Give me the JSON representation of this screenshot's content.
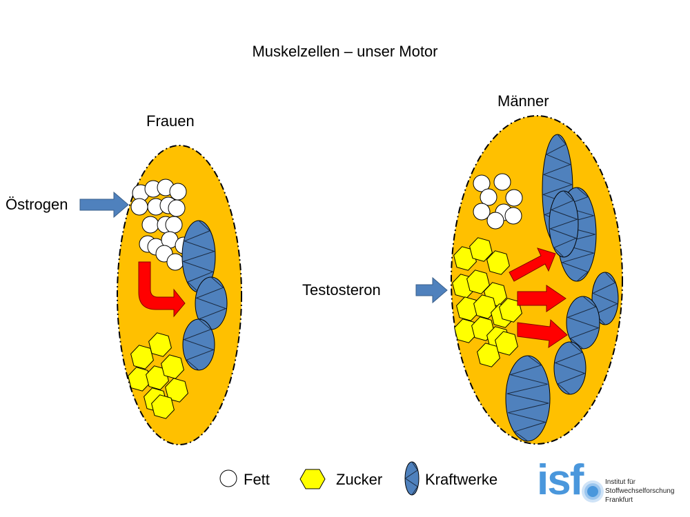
{
  "title": "Muskelzellen – unser Motor",
  "cells": {
    "women": {
      "label": "Frauen",
      "hormone": "Östrogen"
    },
    "men": {
      "label": "Männer",
      "hormone": "Testosteron"
    }
  },
  "legend": [
    {
      "label": "Fett",
      "icon": "fat-circle-icon"
    },
    {
      "label": "Zucker",
      "icon": "sugar-hexagon-icon"
    },
    {
      "label": "Kraftwerke",
      "icon": "mitochondrion-icon"
    }
  ],
  "logo": {
    "abbr": "isf",
    "lines": [
      "Institut für",
      "Stoffwechselforschung",
      "Frankfurt"
    ]
  },
  "colors": {
    "cell_fill": "#ffc000",
    "fat_fill": "#ffffff",
    "sugar_fill": "#ffff00",
    "mito_fill": "#4f81bd",
    "hormone_arrow": "#4f81bd",
    "flow_arrow": "#ff0000",
    "logo_blue": "#4a97dc"
  }
}
